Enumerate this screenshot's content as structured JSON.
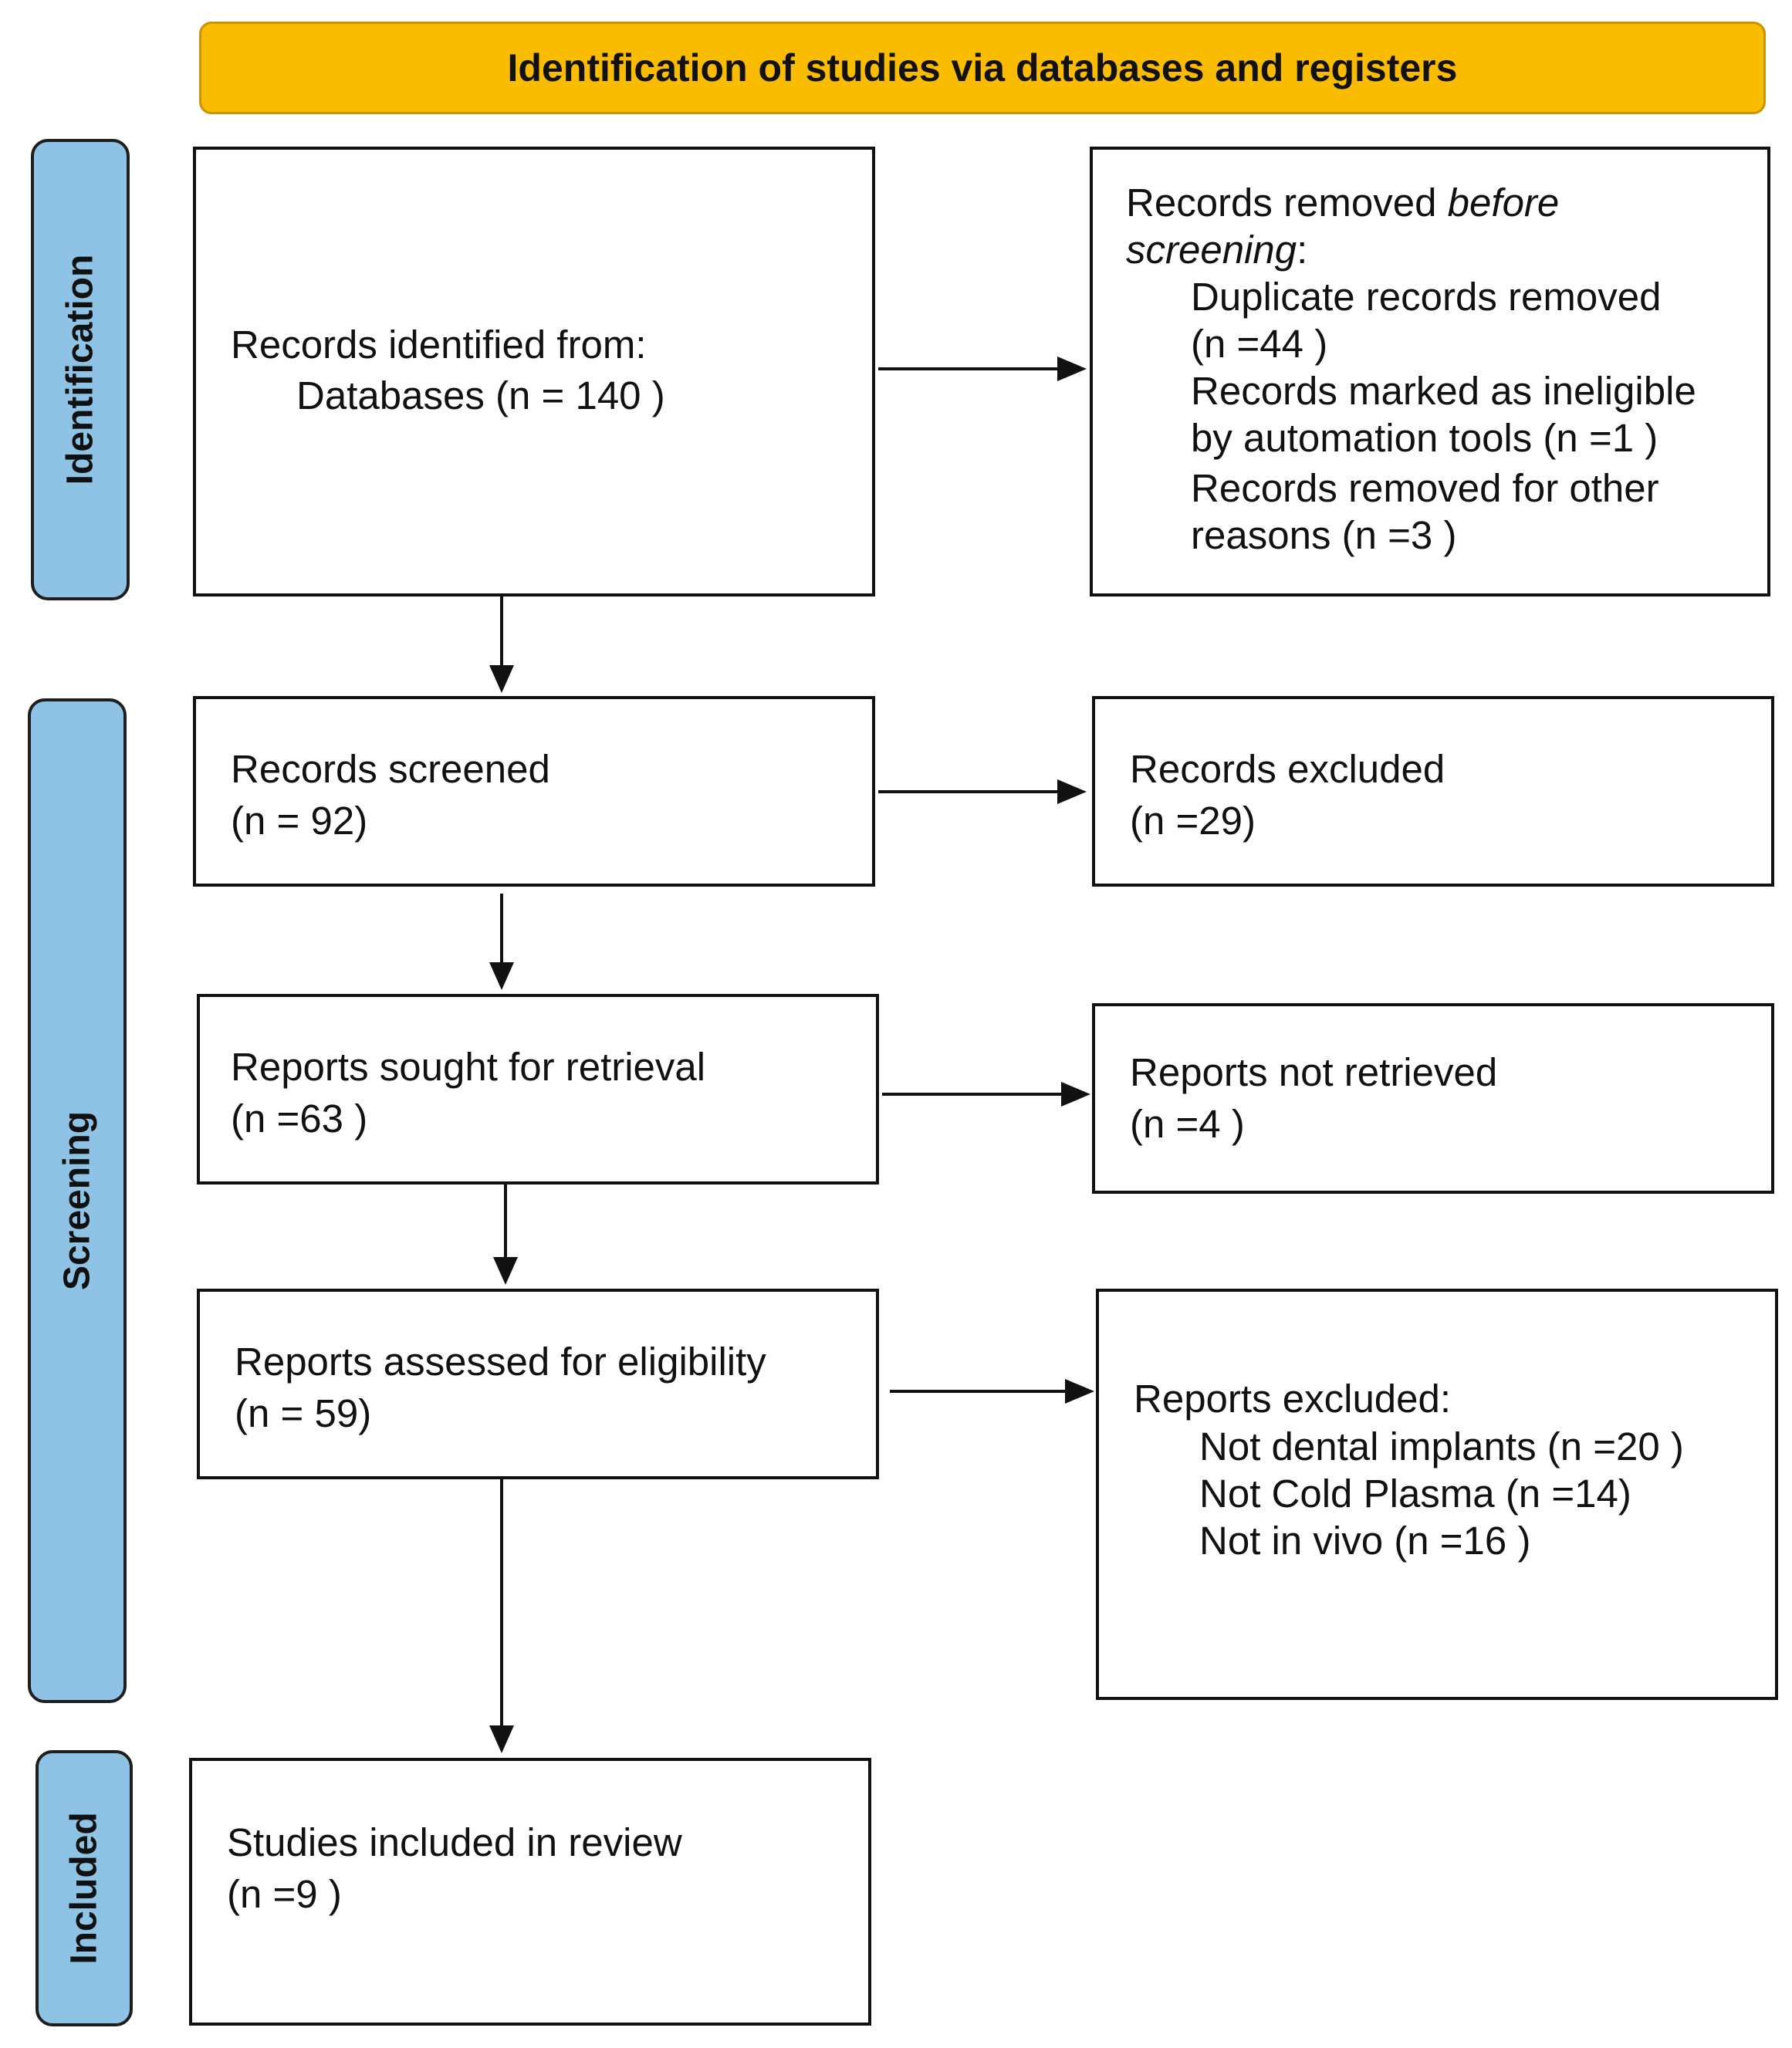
{
  "header": {
    "title": "Identification of studies via databases and registers"
  },
  "phases": {
    "identification": "Identification",
    "screening": "Screening",
    "included": "Included"
  },
  "records_identified": {
    "heading": "Records identified from:",
    "databases": "Databases (n = 140 )"
  },
  "records_removed": {
    "heading_prefix": "Records removed ",
    "heading_italic_1": "before",
    "heading_italic_2": "screening",
    "heading_suffix": ":",
    "duplicates_line1": "Duplicate records removed",
    "duplicates_line2": "(n =44 )",
    "ineligible_line1": "Records marked as ineligible",
    "ineligible_line2": "by automation tools (n =1 )",
    "other_line1": "Records removed for other",
    "other_line2": "reasons (n =3 )"
  },
  "records_screened": {
    "line1": "Records screened",
    "line2": "(n = 92)"
  },
  "records_excluded": {
    "line1": "Records excluded",
    "line2": "(n =29)"
  },
  "reports_sought": {
    "line1": "Reports sought for retrieval",
    "line2": "(n =63 )"
  },
  "reports_not_retrieved": {
    "line1": "Reports not retrieved",
    "line2": "(n =4 )"
  },
  "reports_assessed": {
    "line1": "Reports assessed for eligibility",
    "line2": "(n = 59)"
  },
  "reports_excluded": {
    "heading": "Reports excluded:",
    "reason1": "Not dental implants (n =20 )",
    "reason2": "Not Cold Plasma  (n =14)",
    "reason3": "Not in vivo (n =16 )"
  },
  "studies_included": {
    "line1": "Studies included in review",
    "line2": "(n =9 )"
  }
}
